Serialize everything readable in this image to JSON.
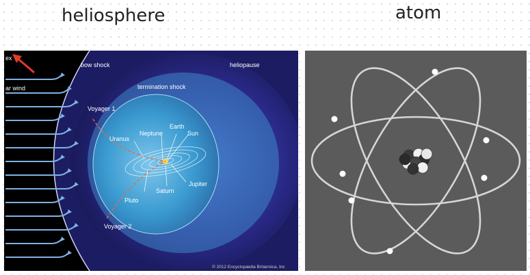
{
  "captions": {
    "left": "heliosphere",
    "right": "atom"
  },
  "heliosphere": {
    "labels": {
      "apex": "ex",
      "solar_wind": "ar wind",
      "bow_shock": "bow shock",
      "heliopause": "heliopause",
      "termination_shock": "termination shock",
      "voyager1": "Voyager 1",
      "voyager2": "Voyager 2",
      "uranus": "Uranus",
      "neptune": "Neptune",
      "earth": "Earth",
      "sun": "Sun",
      "jupiter": "Jupiter",
      "saturn": "Saturn",
      "pluto": "Pluto"
    },
    "copyright": "© 2012 Encyclopædia Britannica, Inc",
    "colors": {
      "outer": "#23237a",
      "inner": "#2b7fb8",
      "arrow": "#7fb2e6",
      "apex_arrow": "#e53a2a"
    }
  },
  "atom": {
    "colors": {
      "background": "#5b5b5b",
      "orbit": "#d6d6d6",
      "electron": "#ffffff"
    }
  }
}
